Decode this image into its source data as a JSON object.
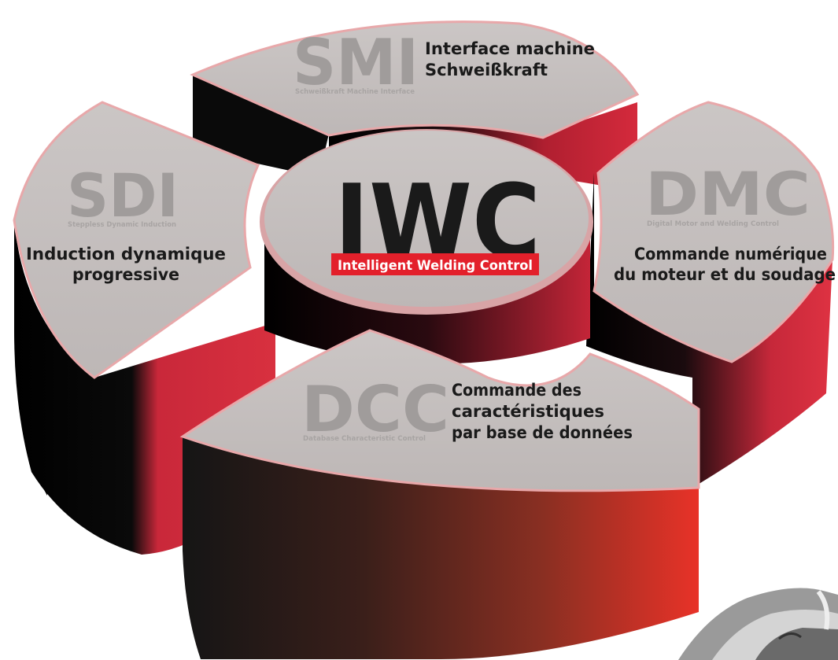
{
  "center": {
    "abbr": "IWC",
    "full_name": "Intelligent Welding Control"
  },
  "segments": {
    "smi": {
      "abbr": "SMI",
      "full_name": "Schweißkraft Machine Interface",
      "desc_lines": [
        "Interface machine",
        "Schweißkraft"
      ]
    },
    "sdi": {
      "abbr": "SDI",
      "full_name": "Steppless Dynamic Induction",
      "desc_lines": [
        "Induction dynamique",
        "progressive"
      ]
    },
    "dmc": {
      "abbr": "DMC",
      "full_name": "Digital Motor and Welding Control",
      "desc_lines": [
        "Commande numérique",
        "du moteur et du soudage"
      ]
    },
    "dcc": {
      "abbr": "DCC",
      "full_name": "Database Characteristic Control",
      "desc_lines": [
        "Commande des",
        "caractéristiques",
        "par base de données"
      ]
    }
  },
  "colors": {
    "top_face": "#c7c2c1",
    "side_red": "#d02a3a",
    "side_dark": "#0d0d0d",
    "label_red": "#e3202b",
    "abbr_gray": "#a09c9b",
    "center_text": "#1a1a1a"
  }
}
